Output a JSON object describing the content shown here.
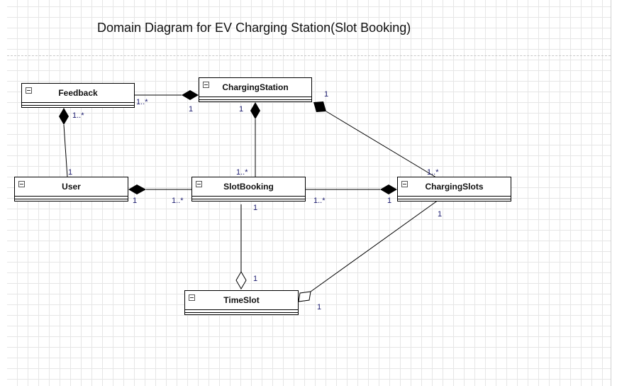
{
  "title": "Domain Diagram for EV Charging Station(Slot Booking)",
  "classes": {
    "feedback": "Feedback",
    "charging_station": "ChargingStation",
    "user": "User",
    "slot_booking": "SlotBooking",
    "charging_slots": "ChargingSlots",
    "time_slot": "TimeSlot"
  },
  "relations": [
    {
      "from": "Feedback",
      "to": "ChargingStation",
      "kind": "composition",
      "from_mult": "1..*",
      "to_mult": "1"
    },
    {
      "from": "User",
      "to": "Feedback",
      "kind": "composition",
      "from_mult": "1",
      "to_mult": "1..*"
    },
    {
      "from": "SlotBooking",
      "to": "ChargingStation",
      "kind": "composition",
      "from_mult": "1..*",
      "to_mult": "1"
    },
    {
      "from": "ChargingSlots",
      "to": "ChargingStation",
      "kind": "composition",
      "from_mult": "1..*",
      "to_mult": "1"
    },
    {
      "from": "SlotBooking",
      "to": "User",
      "kind": "composition",
      "from_mult": "1..*",
      "to_mult": "1"
    },
    {
      "from": "SlotBooking",
      "to": "ChargingSlots",
      "kind": "composition",
      "from_mult": "1..*",
      "to_mult": "1"
    },
    {
      "from": "SlotBooking",
      "to": "TimeSlot",
      "kind": "aggregation",
      "from_mult": "1",
      "to_mult": "1"
    },
    {
      "from": "ChargingSlots",
      "to": "TimeSlot",
      "kind": "aggregation",
      "from_mult": "1",
      "to_mult": "1"
    }
  ],
  "multiplicities": {
    "feedback_station_near_feedback": "1..*",
    "feedback_station_near_station": "1",
    "user_feedback_near_feedback": "1..*",
    "user_feedback_near_user": "1",
    "station_booking_near_station": "1",
    "station_booking_near_booking": "1..*",
    "station_slots_near_station": "1",
    "station_slots_near_slots": "1..*",
    "user_booking_near_user": "1",
    "user_booking_near_booking": "1..*",
    "booking_slots_near_booking": "1..*",
    "booking_slots_near_slots": "1",
    "booking_timeslot_near_booking": "1",
    "booking_timeslot_near_timeslot": "1",
    "slots_timeslot_near_slots": "1",
    "slots_timeslot_near_timeslot": "1"
  }
}
